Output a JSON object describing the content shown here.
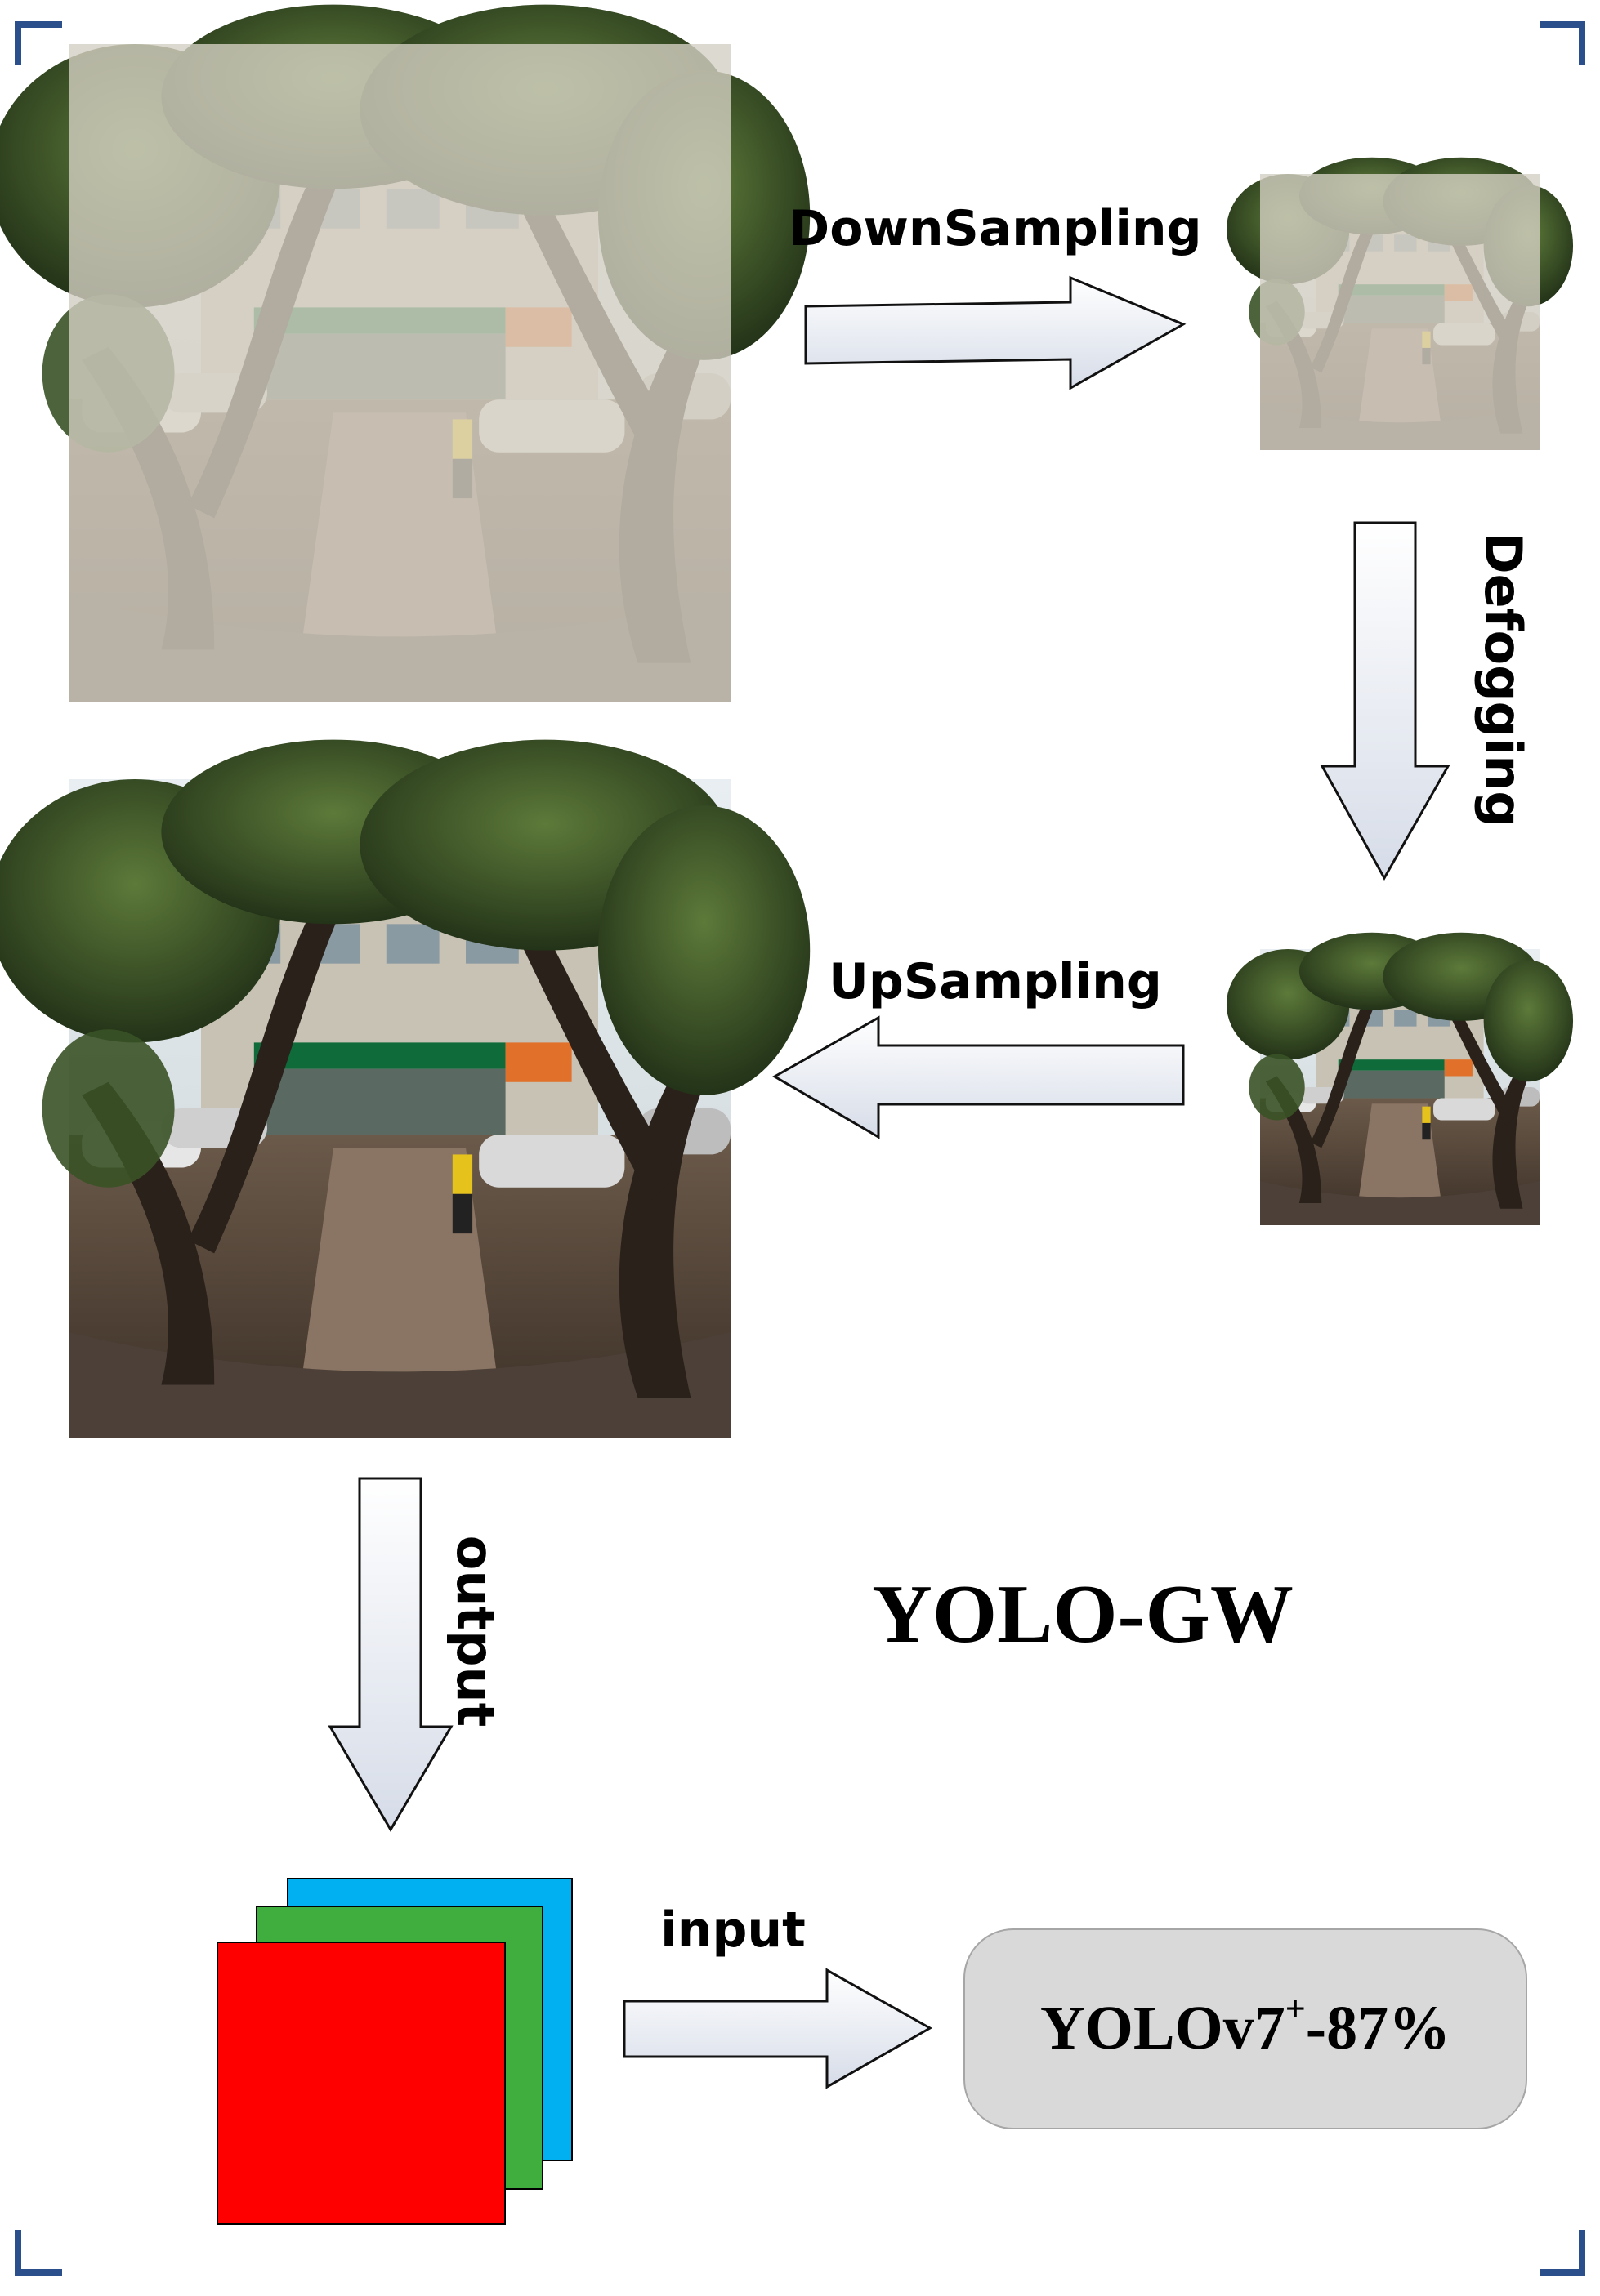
{
  "labels": {
    "downsampling": "DownSampling",
    "defogging": "Defogging",
    "upsampling": "UpSampling",
    "output": "output",
    "input": "input",
    "title": "YOLO-GW",
    "result_main": "YOLOv7",
    "result_sup": "+",
    "result_tail": "-87%"
  },
  "colors": {
    "frame_corner": "#2b4f8a",
    "layer_blue": "#00b0f0",
    "layer_green": "#3fae3f",
    "layer_red": "#ff0000",
    "result_box": "#d9d9d9",
    "haze_tint": "#d8d3c6"
  },
  "icons": {
    "arrows": "block-arrow-gradient",
    "scene": "foggy-street-photo"
  }
}
